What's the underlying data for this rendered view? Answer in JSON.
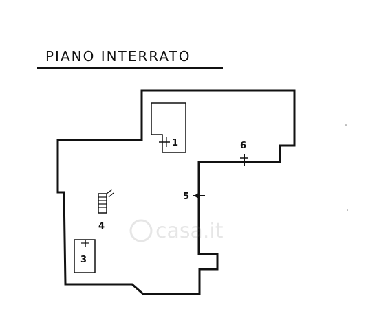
{
  "title": "PIANO INTERRATO",
  "labels": {
    "l1": "1",
    "l3": "3",
    "l4": "4",
    "l5": "5",
    "l6": "6"
  },
  "watermark": "casa.it"
}
